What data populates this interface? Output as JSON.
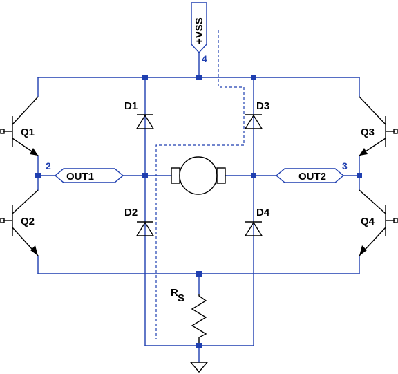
{
  "labels": {
    "vss": "+VSS",
    "node4": "4",
    "node2": "2",
    "node3": "3",
    "out1": "OUT1",
    "out2": "OUT2",
    "d1": "D1",
    "d2": "D2",
    "d3": "D3",
    "d4": "D4",
    "q1": "Q1",
    "q2": "Q2",
    "q3": "Q3",
    "q4": "Q4",
    "rs_main": "R",
    "rs_sub": "S"
  },
  "colors": {
    "wire": "#1f3fb0",
    "component": "#000000",
    "background": "#ffffff"
  }
}
